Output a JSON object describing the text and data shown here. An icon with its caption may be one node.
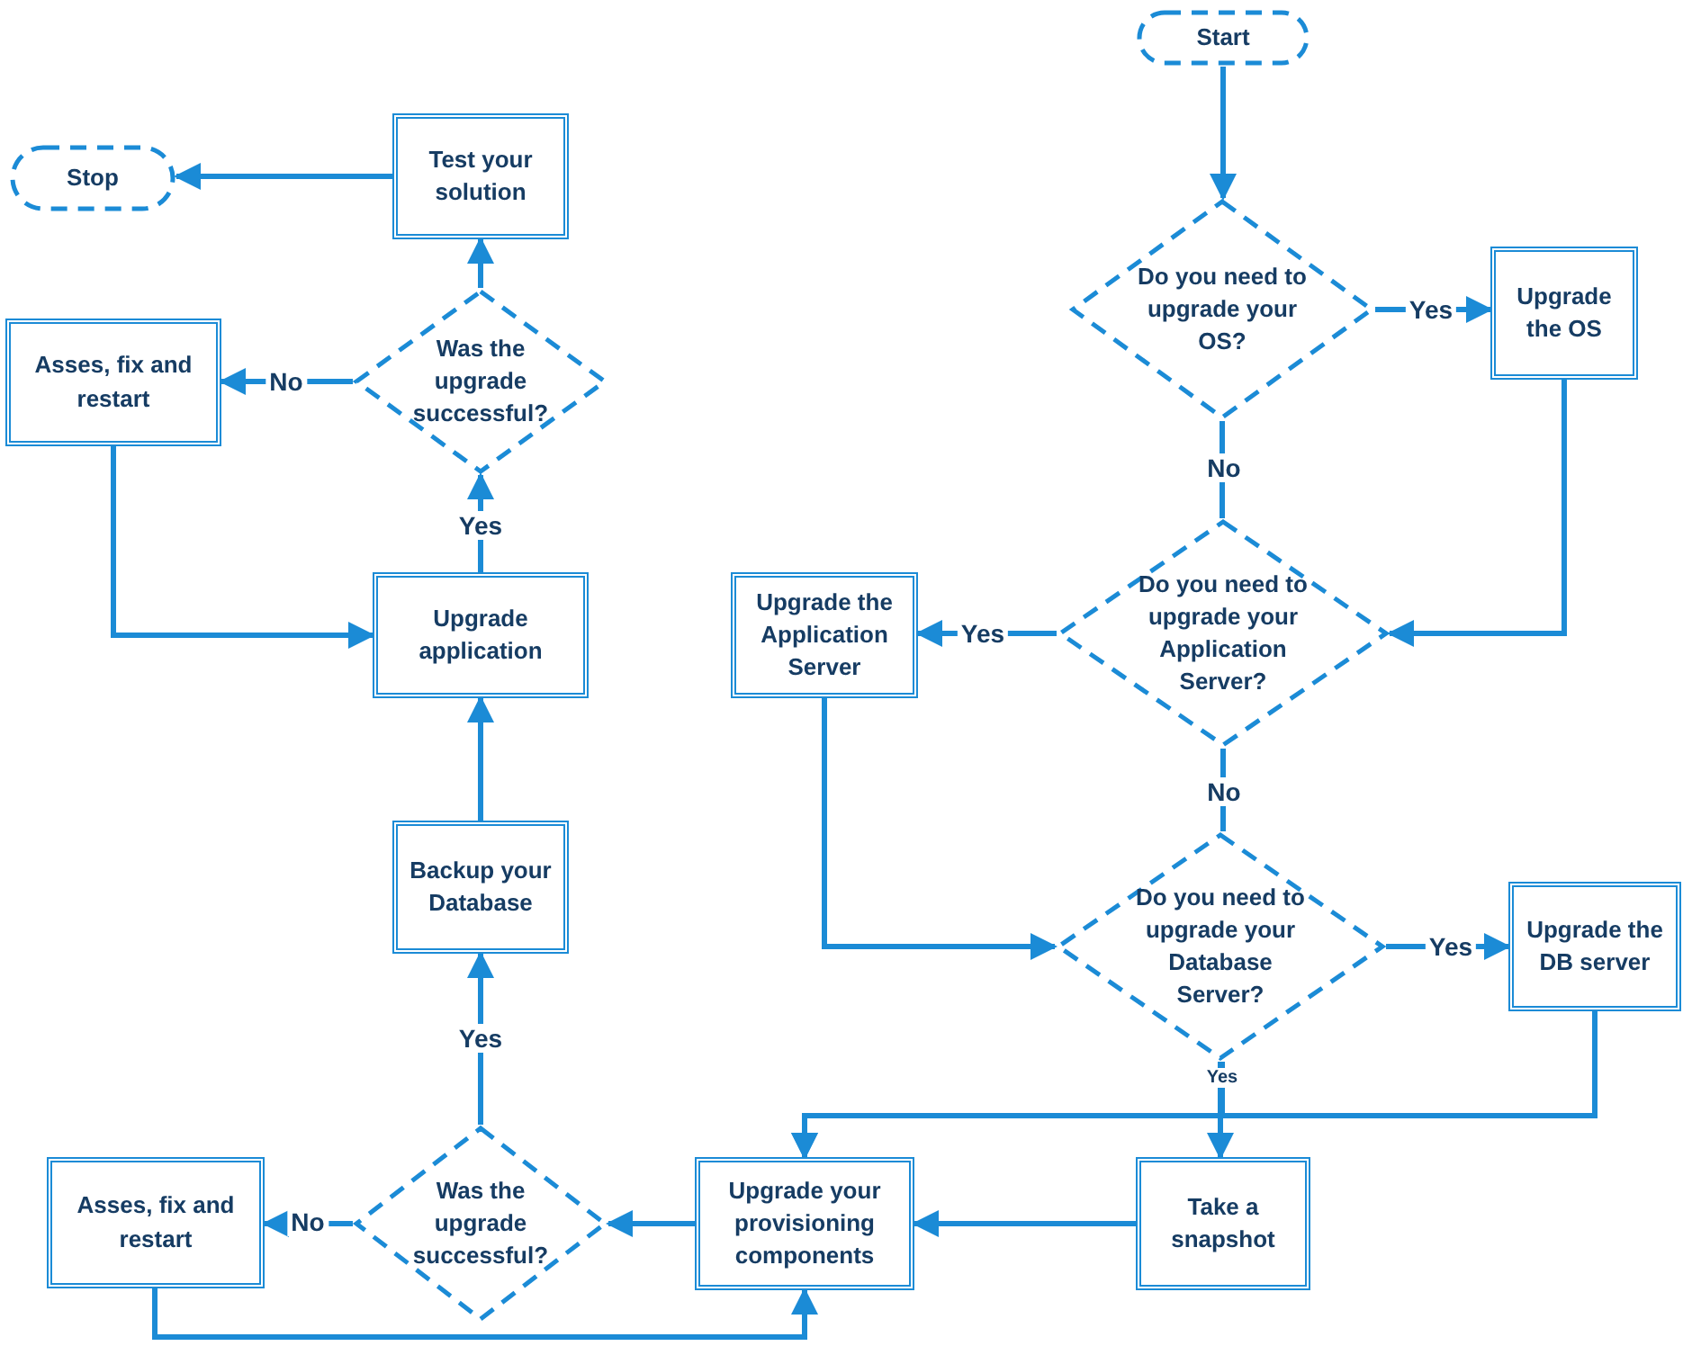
{
  "diagram": {
    "nodes": [
      {
        "text": [
          "Start"
        ]
      },
      {
        "text": [
          "Do you need to upgrade your OS?"
        ]
      },
      {
        "text": [
          "Upgrade the OS"
        ]
      },
      {
        "text": [
          "Do you need to upgrade your Application Server?"
        ]
      },
      {
        "text": [
          "Upgrade the Application Server"
        ]
      },
      {
        "text": [
          "Do you need to upgrade your Database Server?"
        ]
      },
      {
        "text": [
          "Upgrade the DB server"
        ]
      },
      {
        "text": [
          "Take a snapshot"
        ]
      },
      {
        "text": [
          "Upgrade your provisioning components"
        ]
      },
      {
        "text": [
          "Was the upgrade successful?"
        ]
      },
      {
        "text": [
          "Asses, fix and restart"
        ]
      },
      {
        "text": [
          "Backup your Database"
        ]
      },
      {
        "text": [
          "Upgrade application"
        ]
      },
      {
        "text": [
          "Was the upgrade successful?"
        ]
      },
      {
        "text": [
          "Asses, fix and restart"
        ]
      },
      {
        "text": [
          "Test your solution"
        ]
      },
      {
        "text": [
          "Stop"
        ]
      }
    ],
    "edges": [
      {
        "from": 0,
        "to": 1,
        "arrow": "to"
      },
      {
        "from": 1,
        "to": 2,
        "arrow": "to",
        "label": "Yes"
      },
      {
        "from": 1,
        "to": 3,
        "arrow": "none",
        "label": "No"
      },
      {
        "from": 2,
        "to": 3,
        "arrow": "to"
      },
      {
        "from": 3,
        "to": 4,
        "arrow": "to",
        "label": "Yes"
      },
      {
        "from": 3,
        "to": 5,
        "arrow": "none",
        "label": "No"
      },
      {
        "from": 4,
        "to": 5,
        "arrow": "to"
      },
      {
        "from": 5,
        "to": 6,
        "arrow": "to",
        "label": "Yes"
      },
      {
        "from": 5,
        "to": 7,
        "arrow": "to",
        "label": "Yes"
      },
      {
        "from": 5,
        "to": 8,
        "arrow": "to"
      },
      {
        "from": 6,
        "to": 8,
        "arrow": "to"
      },
      {
        "from": 7,
        "to": 8,
        "arrow": "to"
      },
      {
        "from": 8,
        "to": 9,
        "arrow": "to"
      },
      {
        "from": 9,
        "to": 10,
        "arrow": "to",
        "label": "No"
      },
      {
        "from": 10,
        "to": 8,
        "arrow": "to"
      },
      {
        "from": 9,
        "to": 11,
        "arrow": "to",
        "label": "Yes"
      },
      {
        "from": 11,
        "to": 12,
        "arrow": "to"
      },
      {
        "from": 12,
        "to": 13,
        "arrow": "to",
        "label": "Yes"
      },
      {
        "from": 13,
        "to": 14,
        "arrow": "to",
        "label": "No"
      },
      {
        "from": 13,
        "to": 15,
        "arrow": "to"
      },
      {
        "from": 15,
        "to": 16,
        "arrow": "to"
      },
      {
        "from": 14,
        "to": 12,
        "arrow": "to"
      }
    ]
  }
}
